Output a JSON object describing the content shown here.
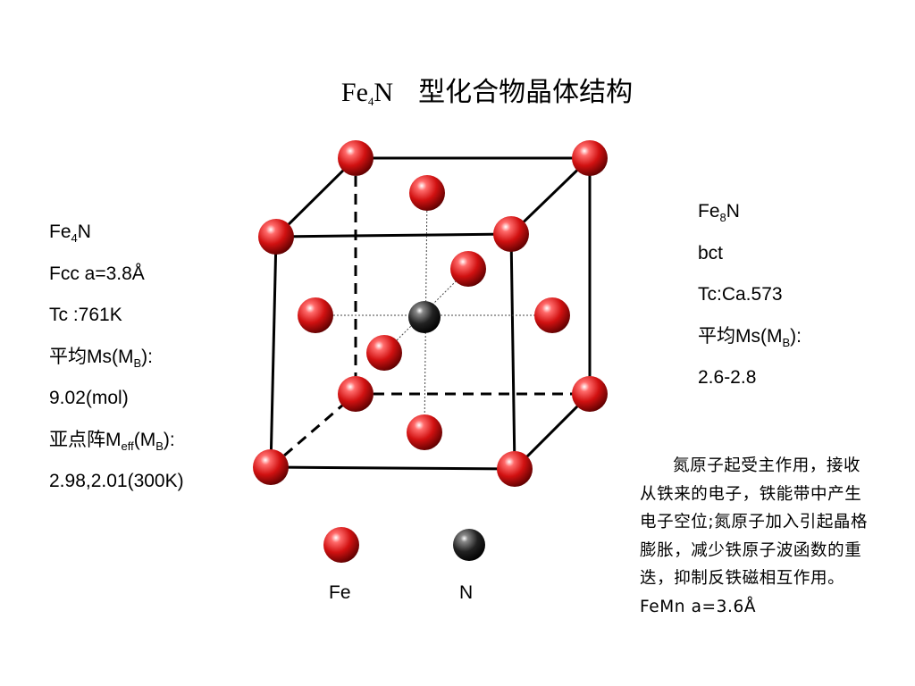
{
  "title": {
    "prefix": "Fe",
    "sub": "4",
    "suffix": "N",
    "rest": "型化合物晶体结构"
  },
  "left_props": {
    "formula": {
      "base": "Fe",
      "sub": "4",
      "tail": "N"
    },
    "lattice": "Fcc a=3.8Å",
    "tc": "Tc :761K",
    "ms_label": {
      "pre": "平均Ms(M",
      "sub": "B",
      "post": "):"
    },
    "ms_value": "9.02(mol)",
    "meff_label": {
      "pre": "亚点阵M",
      "sub1": "eff",
      "mid": "(M",
      "sub2": "B",
      "post": "):"
    },
    "meff_value": "2.98,2.01(300K)"
  },
  "right_props": {
    "formula": {
      "base": "Fe",
      "sub": "8",
      "tail": "N"
    },
    "lattice": "bct",
    "tc": "Tc:Ca.573",
    "ms_label": {
      "pre": "平均Ms(M",
      "sub": "B",
      "post": "):"
    },
    "ms_value": "2.6-2.8"
  },
  "description": "氮原子起受主作用，接收从铁来的电子，铁能带中产生电子空位;氮原子加入引起晶格膨胀，减少铁原子波函数的重迭，抑制反铁磁相互作用。FeMn a=3.6Å",
  "legend": {
    "fe_label": "Fe",
    "n_label": "N",
    "fe_color": "#d11111",
    "n_color": "#111111"
  }
}
